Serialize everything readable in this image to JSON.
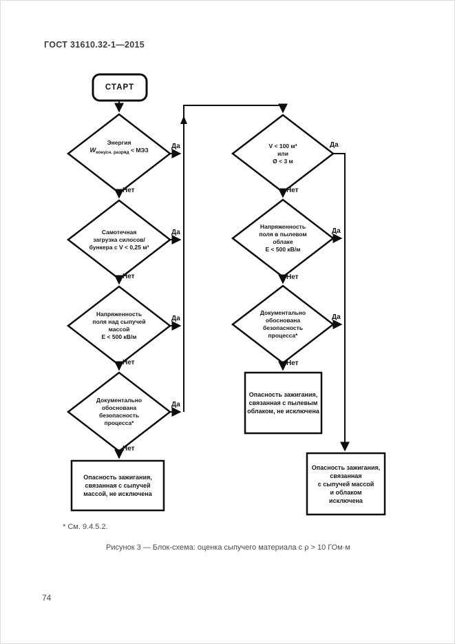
{
  "page": {
    "header": "ГОСТ 31610.32-1—2015",
    "footnote": "* См. 9.4.5.2.",
    "caption": "Рисунок 3 — Блок-схема: оценка сыпучего материала с ρ > 10 ГОм·м",
    "page_number": "74"
  },
  "flowchart": {
    "start_label": "СТАРТ",
    "yes_label": "Да",
    "no_label": "Нет",
    "decisions": {
      "d1": {
        "line1": "Энергия",
        "w": "W",
        "w_sub": "конусн. разряд",
        "w_cmp": " < МЭЗ"
      },
      "d2": {
        "line1": "Самотечная",
        "line2": "загрузка силосов/",
        "line3": "бункера с V < 0,25 м³"
      },
      "d3": {
        "line1": "Напряженность",
        "line2": "поля над сыпучей",
        "line3": "массой",
        "line4": "Е < 500 кВ/м"
      },
      "d4": {
        "line1": "Документально",
        "line2": "обоснована",
        "line3": "безопасность",
        "line4": "процесса*"
      },
      "r1": {
        "line1": "V < 100 м³",
        "line2": "или",
        "line3": "Ø < 3 м"
      },
      "r2": {
        "line1": "Напряженность",
        "line2": "поля в пылевом",
        "line3": "облаке",
        "line4": "Е < 500 кВ/м"
      },
      "r3": {
        "line1": "Документально",
        "line2": "обоснована",
        "line3": "безопасность",
        "line4": "процесса*"
      }
    },
    "results": {
      "left": {
        "line1": "Опасность зажигания,",
        "line2": "связанная с сыпучей",
        "line3": "массой, не исключена"
      },
      "middle": {
        "line1": "Опасность зажигания,",
        "line2": "связанная с пылевым",
        "line3": "облаком, не исключена"
      },
      "right": {
        "line1": "Опасность зажигания,",
        "line2": "связанная",
        "line3": "с сыпучей массой",
        "line4": "и облаком",
        "line5": "исключена"
      }
    }
  }
}
